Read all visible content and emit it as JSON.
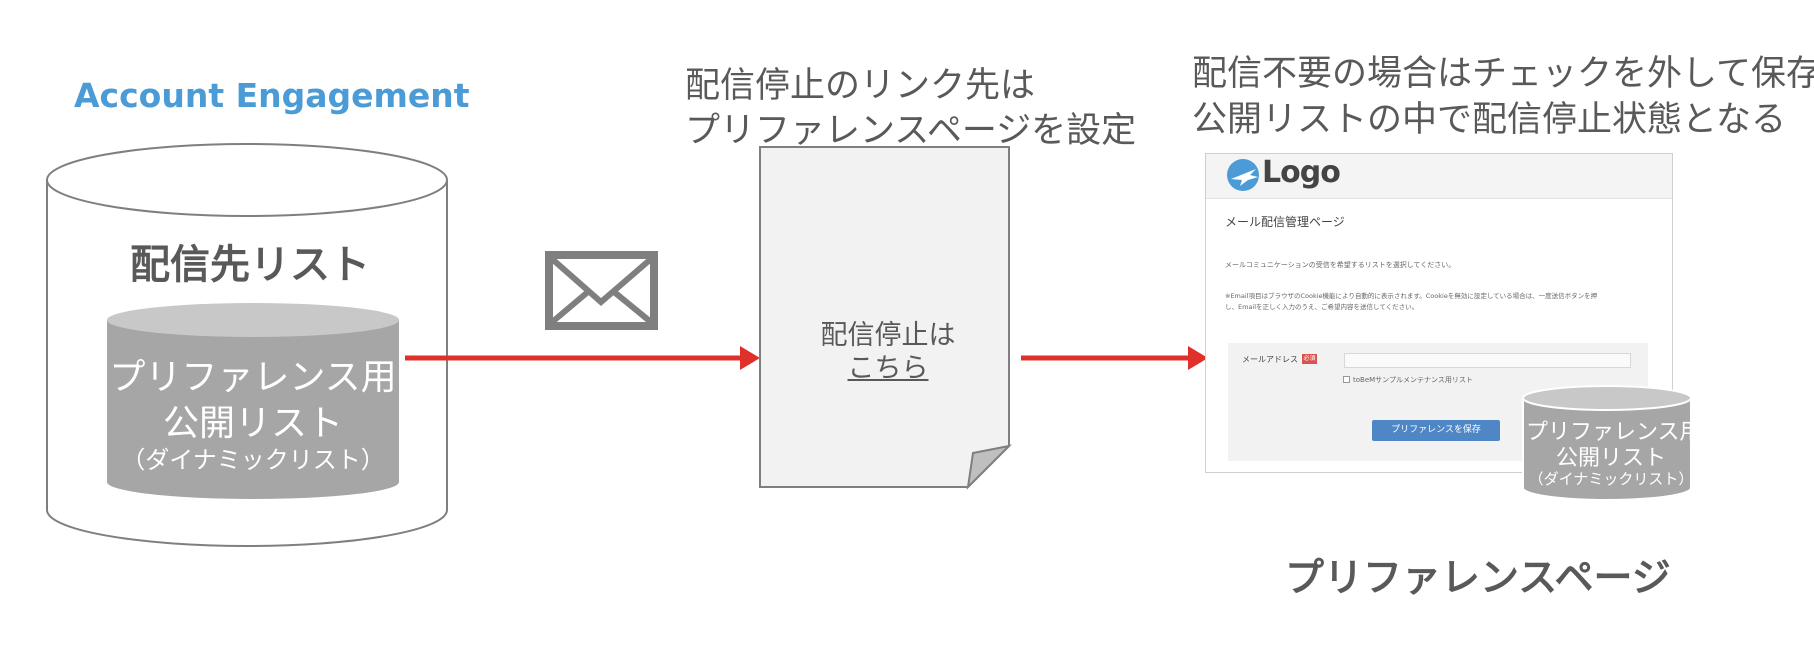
{
  "brand": "Account Engagement",
  "distribution_list": {
    "title": "配信先リスト",
    "inner_list": {
      "line1": "プリファレンス用",
      "line2": "公開リスト",
      "line3": "（ダイナミックリスト）"
    }
  },
  "unsubscribe_caption": {
    "line1": "配信停止のリンク先は",
    "line2": "プリファレンスページを設定"
  },
  "email_document": {
    "line1": "配信停止は",
    "link": "こちら"
  },
  "preference_caption": {
    "line1": "配信不要の場合はチェックを外して保存",
    "line2": "公開リストの中で配信停止状態となる"
  },
  "preference_page": {
    "logo": "Logo",
    "heading": "メール配信管理ページ",
    "intro": "メールコミュニケーションの受信を希望するリストを選択してください。",
    "note_line1": "※Email項目はブラウザのCookie機能により自動的に表示されます。Cookieを無効に設定している場合は、一度送信ボタンを押",
    "note_line2": "し、Emailを正しく入力のうえ、ご希望内容を送信してください。",
    "email_label": "メールアドレス",
    "required_badge": "必須",
    "checkbox_label": "toBeMサンプルメンテナンス用リスト",
    "save_button": "プリファレンスを保存"
  },
  "mini_list": {
    "line1": "プリファレンス用",
    "line2": "公開リスト",
    "line3": "（ダイナミックリスト）"
  },
  "preference_page_title": "プリファレンスページ",
  "colors": {
    "arrow": "#e0302a",
    "brand": "#4a9bd6",
    "gray_text": "#595959",
    "inner_cylinder": "#a6a6a6",
    "button": "#4f86c6"
  },
  "icons": [
    "envelope-icon",
    "logo-plane-icon"
  ]
}
